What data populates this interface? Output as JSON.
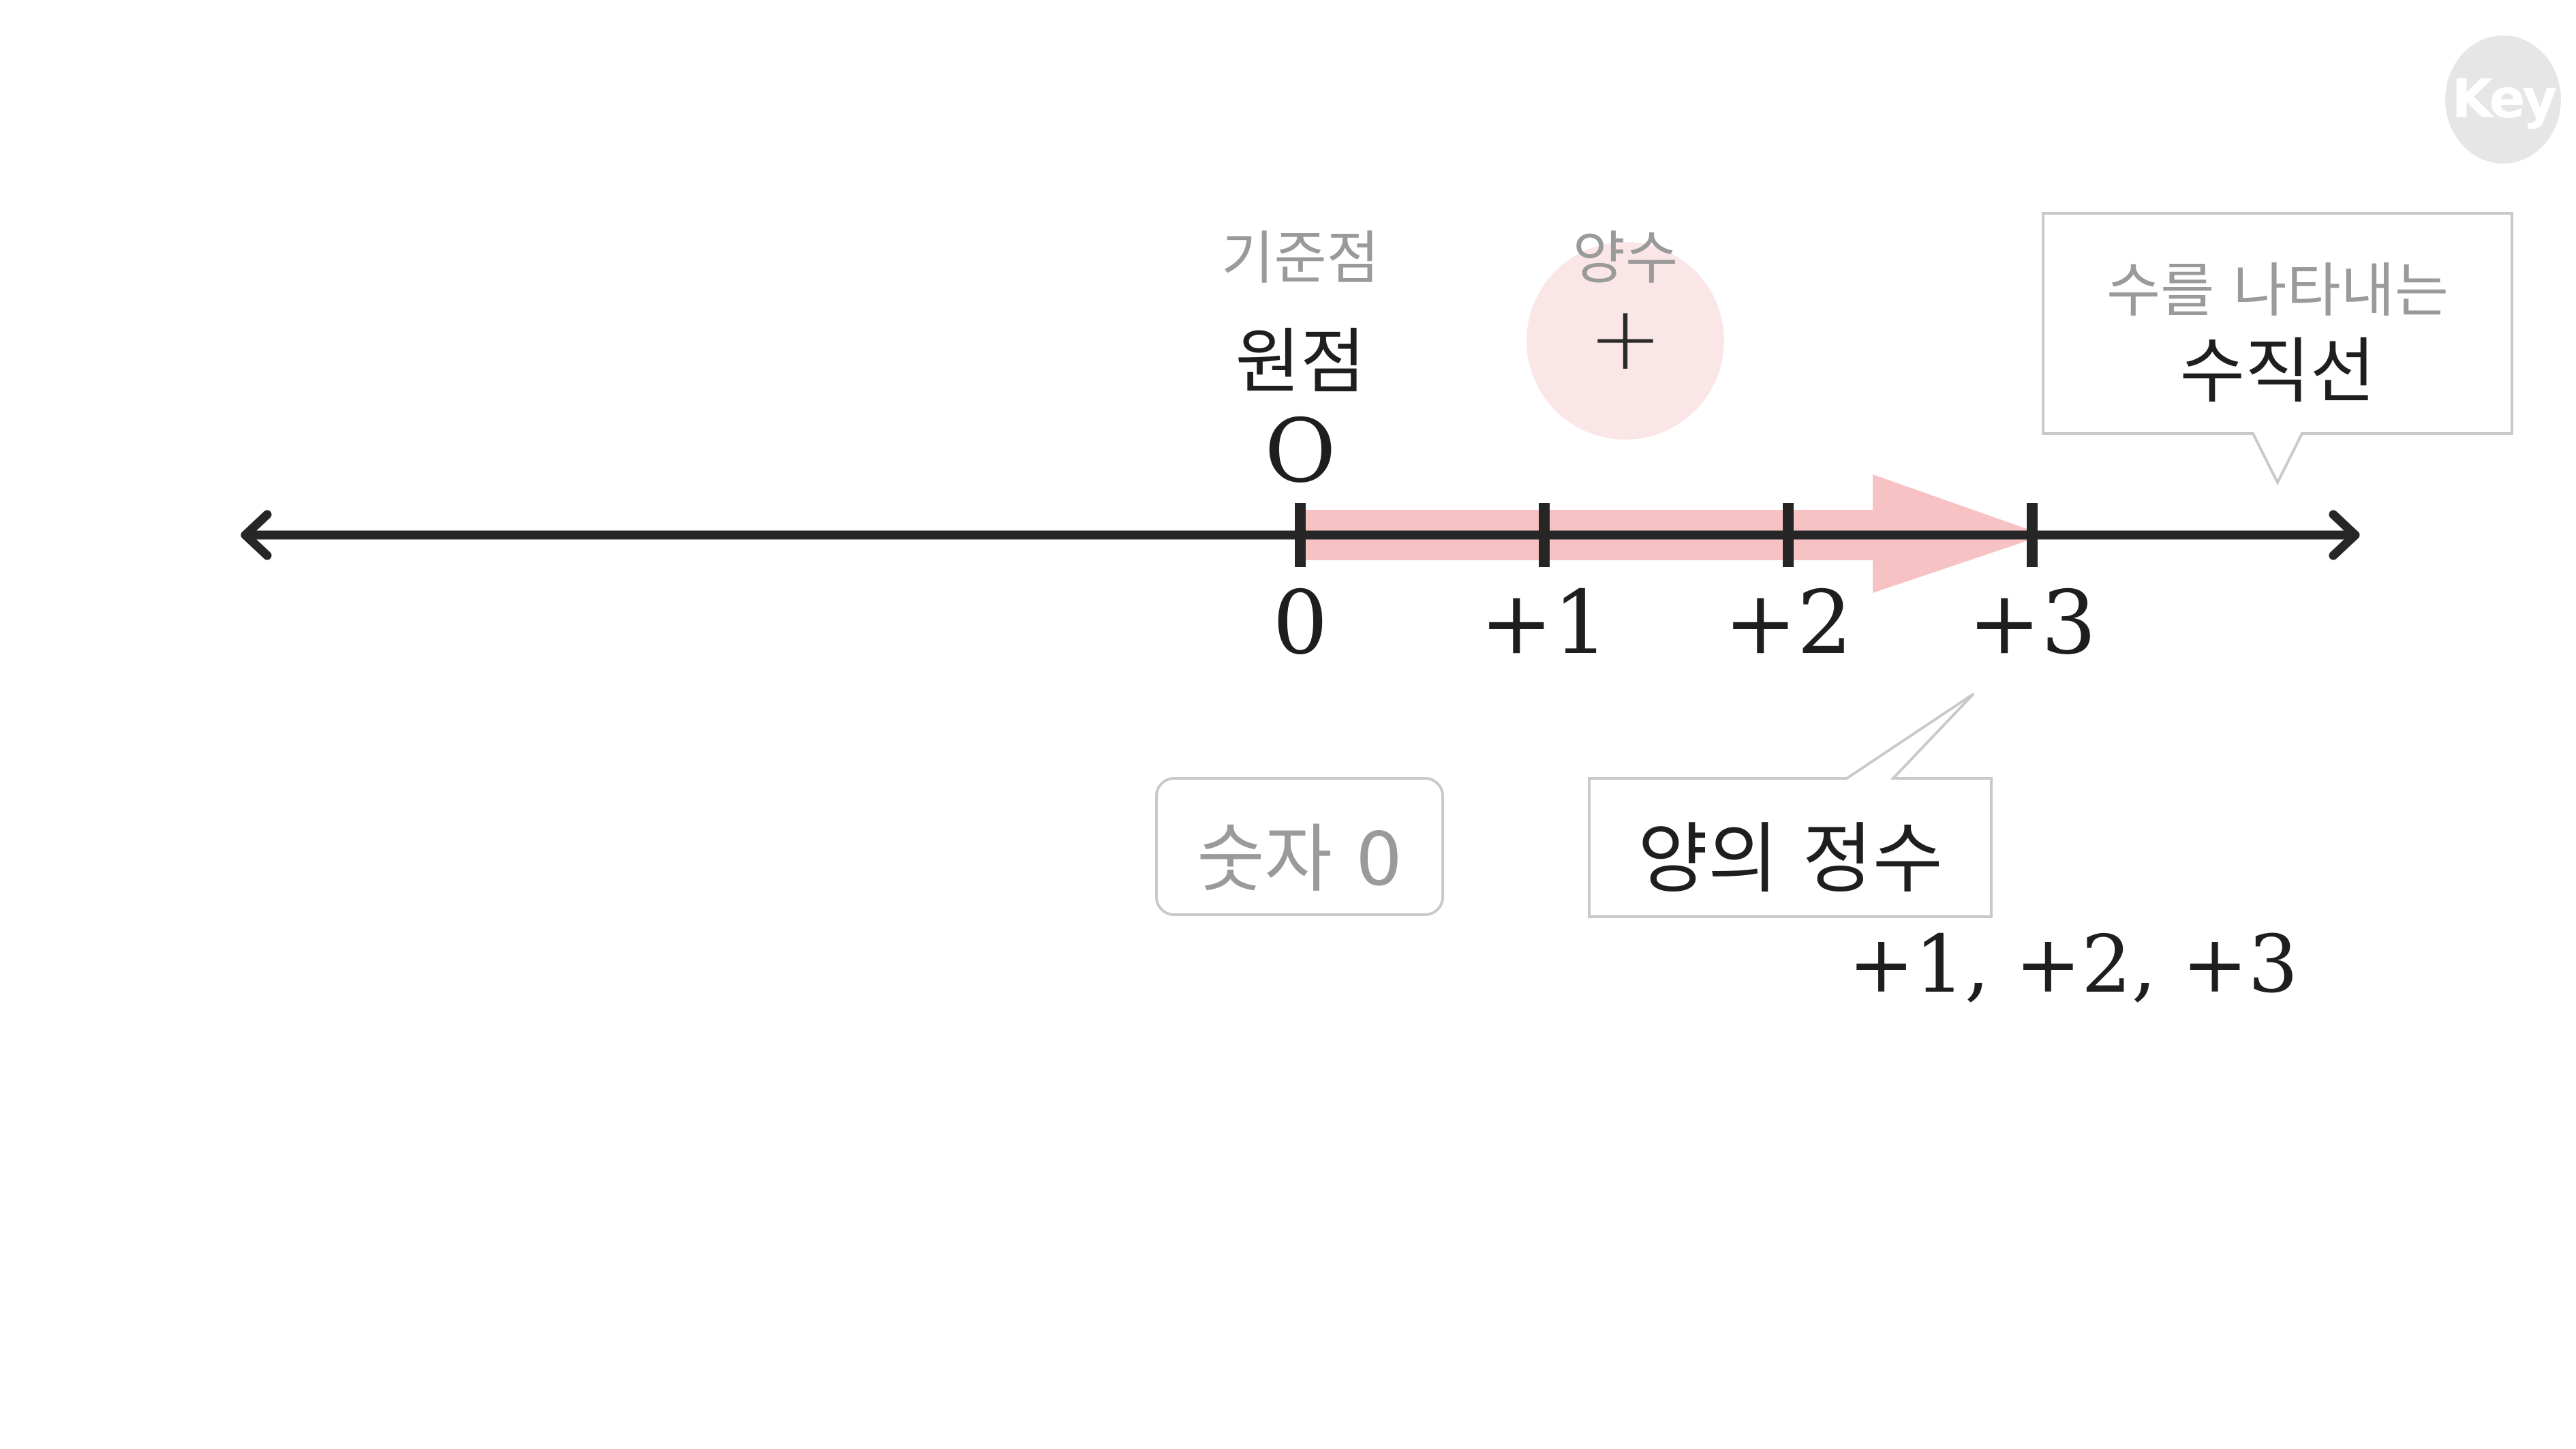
{
  "logo": {
    "text": "Key"
  },
  "origin": {
    "sub_label": "기준점",
    "main_label": "원점",
    "letter": "O"
  },
  "positive": {
    "sub_label": "양수",
    "sign": "+"
  },
  "number_line": {
    "tick_labels": [
      "0",
      "+1",
      "+2",
      "+3"
    ],
    "line_color": "#262626",
    "arrow_color": "#f6c2c3"
  },
  "callout_line": {
    "line1": "수를 나타내는",
    "line2": "수직선"
  },
  "zero_box": {
    "label": "숫자 0"
  },
  "positive_integer_box": {
    "label": "양의 정수"
  },
  "positive_integers": {
    "text": "+1,  +2,  +3"
  },
  "colors": {
    "accent_circle": "#fbe6e7",
    "muted_text": "#9a9a9a",
    "box_border": "#c9c9c9"
  }
}
